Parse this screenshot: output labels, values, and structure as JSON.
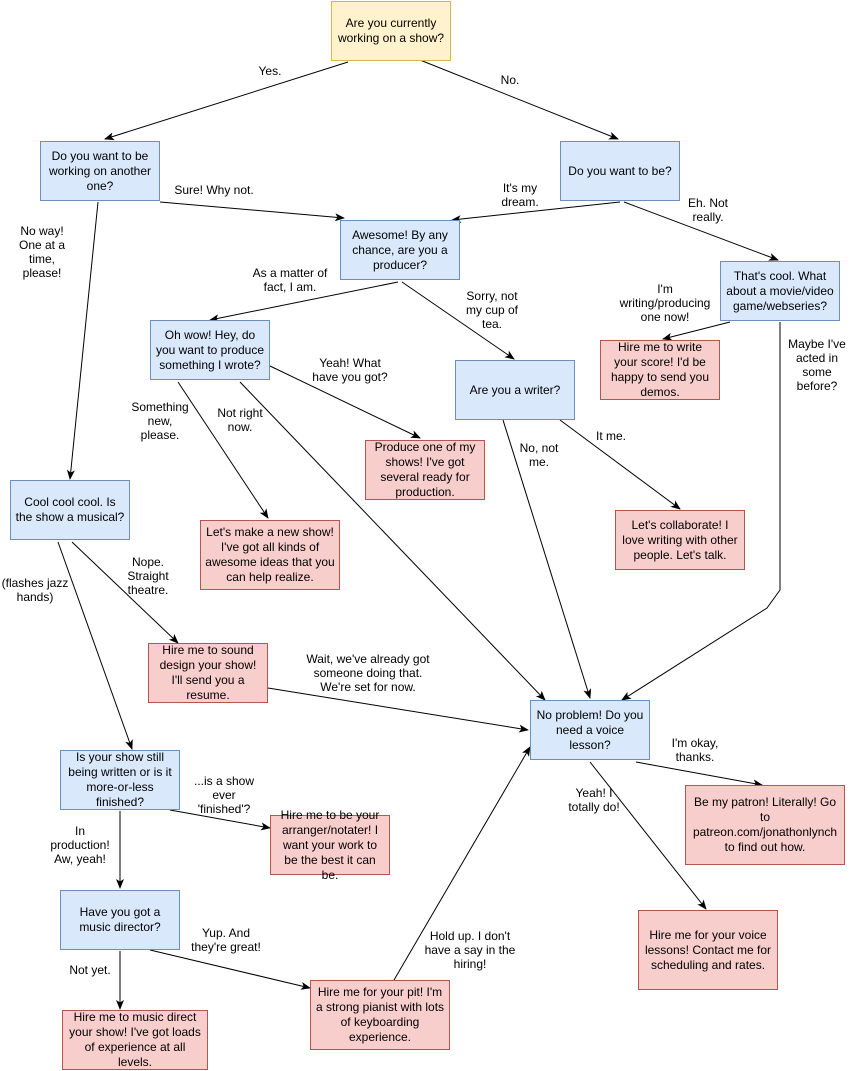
{
  "colors": {
    "start_fill": "#fff2cc",
    "start_stroke": "#d6b656",
    "question_fill": "#dae8fc",
    "question_stroke": "#6c8ebf",
    "outcome_fill": "#f8cecc",
    "outcome_stroke": "#b85450",
    "edge": "#000000"
  },
  "nodes": {
    "n_start": "Are you currently working on a show?",
    "n_another": "Do you want to be working on another one?",
    "n_wantbe": "Do you want to be?",
    "n_awesome": "Awesome! By any chance, are you a producer?",
    "n_movie": "That's cool. What about a movie/video game/webseries?",
    "n_ohwow": "Oh wow! Hey, do you want to produce something I wrote?",
    "n_writer": "Are you a writer?",
    "n_score": "Hire me to write your score! I'd be happy to send you demos.",
    "n_produce": "Produce one of my shows! I've got several ready for production.",
    "n_coolcool": "Cool cool cool. Is the show a musical?",
    "n_newshow": "Let's make a new show! I've got all kinds of awesome ideas that you can help realize.",
    "n_collab": "Let's collaborate! I love writing with other people. Let's talk.",
    "n_sound": "Hire me to sound design your show! I'll send you a resume.",
    "n_voice": "No problem! Do you need a voice lesson?",
    "n_written": "Is your show still being written or is it more-or-less finished?",
    "n_arranger": "Hire me to be your arranger/notater! I want your work to be the best it can be.",
    "n_patron": "Be my patron! Literally! Go to patreon.com/jonathonlynch to find out how.",
    "n_md": "Have you got a music director?",
    "n_lessons": "Hire me for your voice lessons! Contact me for scheduling and rates.",
    "n_pit": "Hire me for your pit! I'm a strong pianist with lots of keyboarding experience.",
    "n_musicdirect": "Hire me to music direct your show! I've got loads of experience at all levels."
  },
  "edge_labels": {
    "yes": "Yes.",
    "no": "No.",
    "sure": "Sure! Why not.",
    "dream": "It's my dream.",
    "eh": "Eh. Not really.",
    "noway": "No way! One at a time, please!",
    "matter": "As a matter of fact, I am.",
    "sorry": "Sorry, not my cup of tea.",
    "writing": "I'm writing/producing one now!",
    "acted": "Maybe I've acted in some before?",
    "yeahwhat": "Yeah! What have you got?",
    "something": "Something new, please.",
    "notright": "Not right now.",
    "nonotme": "No, not me.",
    "itme": "It me.",
    "jazz": "(flashes jazz hands)",
    "nope": "Nope. Straight theatre.",
    "already": "Wait, we've already got someone doing that. We're set for now.",
    "showfinished": "...is a show ever 'finished'?",
    "inprod": "In production! Aw, yeah!",
    "okay": "I'm okay, thanks.",
    "yeahi": "Yeah! I totally do!",
    "yup": "Yup. And they're great!",
    "holdup": "Hold up. I don't have a say in the hiring!",
    "notyet": "Not yet."
  }
}
